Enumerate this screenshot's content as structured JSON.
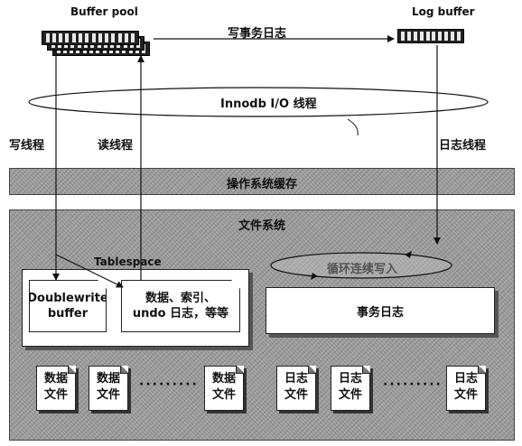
{
  "top": {
    "buffer_pool": "Buffer pool",
    "log_buffer": "Log buffer",
    "write_tx_log": "写事务日志"
  },
  "innodb_thread": "Innodb I/O 线程",
  "threads": {
    "write": "写线程",
    "read": "读线程",
    "log": "日志线程"
  },
  "os_cache": "操作系统缓存",
  "filesystem": {
    "title": "文件系统",
    "tablespace": "Tablespace",
    "doublewrite_line1": "Doublewrite",
    "doublewrite_line2": "buffer",
    "data_line1": "数据、索引、",
    "data_line2": "undo 日志，等等",
    "circular_write": "循环连续写入",
    "tx_log": "事务日志",
    "data_files": [
      {
        "line1": "数据",
        "line2": "文件"
      },
      {
        "line1": "数据",
        "line2": "文件"
      },
      {
        "line1": "数据",
        "line2": "文件"
      }
    ],
    "log_files": [
      {
        "line1": "日志",
        "line2": "文件"
      },
      {
        "line1": "日志",
        "line2": "文件"
      },
      {
        "line1": "日志",
        "line2": "文件"
      }
    ],
    "ellipsis": "·········"
  },
  "colors": {
    "band": "#9a9a9a",
    "ink": "#111111"
  }
}
